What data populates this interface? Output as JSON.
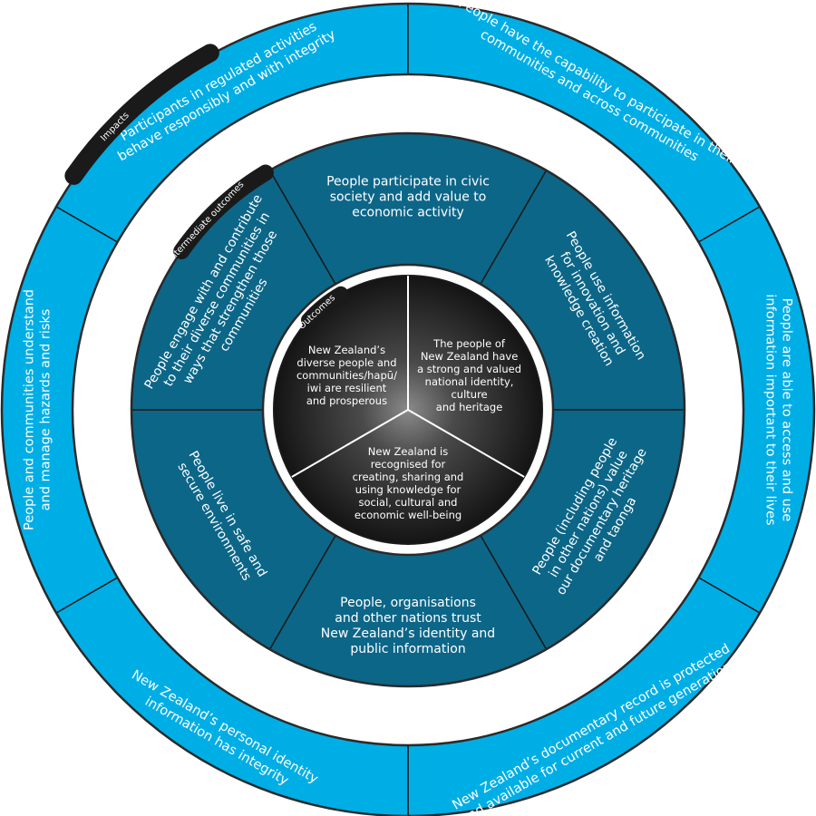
{
  "tabs": {
    "impacts": "Impacts",
    "intermediate": "Intermediate outcomes",
    "outcomes": "Outcomes"
  },
  "outer_ring": [
    {
      "id": "participants",
      "lines": [
        "Participants in regulated activities",
        "behave responsibly and with integrity"
      ]
    },
    {
      "id": "capability",
      "lines": [
        "People have the capability to participate in their",
        "communities and across communities"
      ]
    },
    {
      "id": "access",
      "lines": [
        "People are able to access and use",
        "information important to their lives"
      ]
    },
    {
      "id": "documentary",
      "lines": [
        "New Zealand’s documentary record is protected",
        "and available for current and future generations"
      ]
    },
    {
      "id": "personal-identity",
      "lines": [
        "New Zealand’s personal identity",
        "information has integrity"
      ]
    },
    {
      "id": "hazards",
      "lines": [
        "People and communities understand",
        "and manage hazards and risks"
      ]
    }
  ],
  "middle_ring": [
    {
      "id": "civic",
      "lines": [
        "People participate in civic",
        "society and add value to",
        "economic activity"
      ]
    },
    {
      "id": "innovation",
      "lines": [
        "People use information",
        "for innovation and",
        "knowledge creation"
      ]
    },
    {
      "id": "heritage",
      "lines": [
        "People (including people",
        "in other nations) value",
        "our documentary heritage",
        "and taonga"
      ]
    },
    {
      "id": "trust",
      "lines": [
        "People, organisations",
        "and other nations trust",
        "New Zealand’s identity and",
        "public information"
      ]
    },
    {
      "id": "safe",
      "lines": [
        "People live in safe and",
        "secure environments"
      ]
    },
    {
      "id": "engage",
      "lines": [
        "People engage with and contribute",
        "to their diverse communities in",
        "ways that strengthen those",
        "communities"
      ]
    }
  ],
  "core": [
    {
      "id": "resilient",
      "lines": [
        "New Zealand’s",
        "diverse people and",
        "communities/hapū/",
        "iwi are resilient",
        "and prosperous"
      ]
    },
    {
      "id": "identity",
      "lines": [
        "The people of",
        "New Zealand have",
        "a strong and valued",
        "national identity,",
        "culture",
        "and heritage"
      ]
    },
    {
      "id": "knowledge",
      "lines": [
        "New Zealand is",
        "recognised for",
        "creating, sharing and",
        "using knowledge for",
        "social, cultural and",
        "economic well-being"
      ]
    }
  ],
  "colors": {
    "outer": "#00aee6",
    "middle": "#0c6688",
    "core_light": "#8a8a8a",
    "core_dark": "#141414",
    "tab": "#1a1a1a"
  }
}
